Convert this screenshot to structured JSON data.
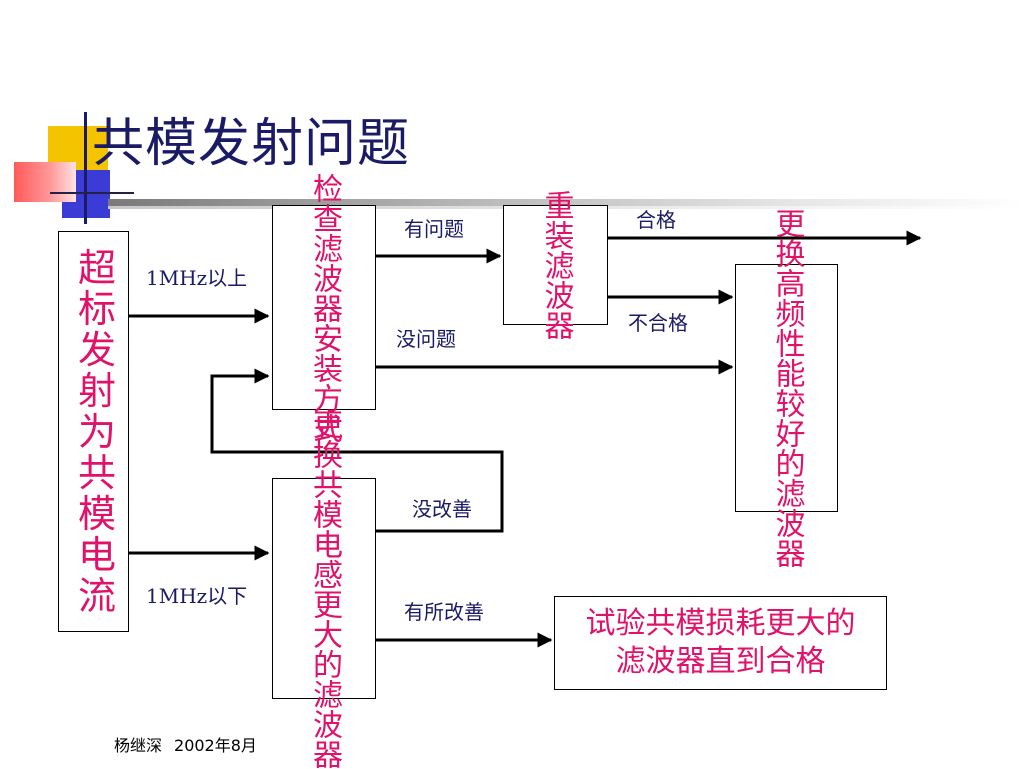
{
  "slide": {
    "title": "共模发射问题",
    "footer_author": "杨继深",
    "footer_date": "2002年8月"
  },
  "colors": {
    "title_text": "#1a1a66",
    "box_text": "#e0126a",
    "label_text": "#1a1a66",
    "accent_yellow": "#f5c400",
    "accent_blue": "#3b3bd6",
    "accent_red": "#ff5a5a"
  },
  "diagram": {
    "nodes": {
      "source": "超标发射为共模电流",
      "check": "检查滤波器安装方式",
      "reinstall": "重装滤波器",
      "replace_cm": "更换共模电感更大的滤波器",
      "replace_hf": "更换高频性能较好的滤波器",
      "test_line1": "试验共模损耗更大的",
      "test_line2": "滤波器直到合格"
    },
    "edges": {
      "above_1mhz": "1MHz以上",
      "below_1mhz": "1MHz以下",
      "has_problem": "有问题",
      "no_problem": "没问题",
      "pass": "合格",
      "fail": "不合格",
      "no_improvement": "没改善",
      "some_improvement": "有所改善"
    }
  }
}
